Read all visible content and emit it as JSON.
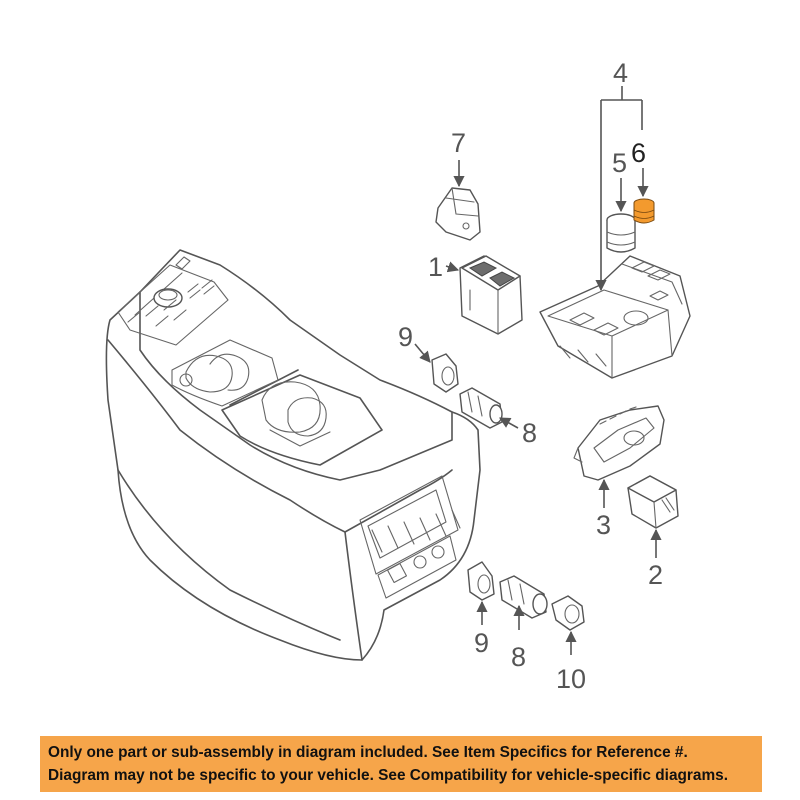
{
  "callouts": {
    "c1": "1",
    "c2": "2",
    "c3": "3",
    "c4": "4",
    "c5": "5",
    "c6": "6",
    "c7": "7",
    "c8a": "8",
    "c8b": "8",
    "c9a": "9",
    "c9b": "9",
    "c10": "10"
  },
  "banner": {
    "line1": "Only one part or sub-assembly in diagram included. See Item Specifics for Reference #.",
    "line2": "Diagram may not be specific to your vehicle. See Compatibility for vehicle-specific diagrams."
  },
  "colors": {
    "banner_bg": "#f6a54a",
    "highlight_part": "#f39a2e",
    "line": "#555555"
  }
}
